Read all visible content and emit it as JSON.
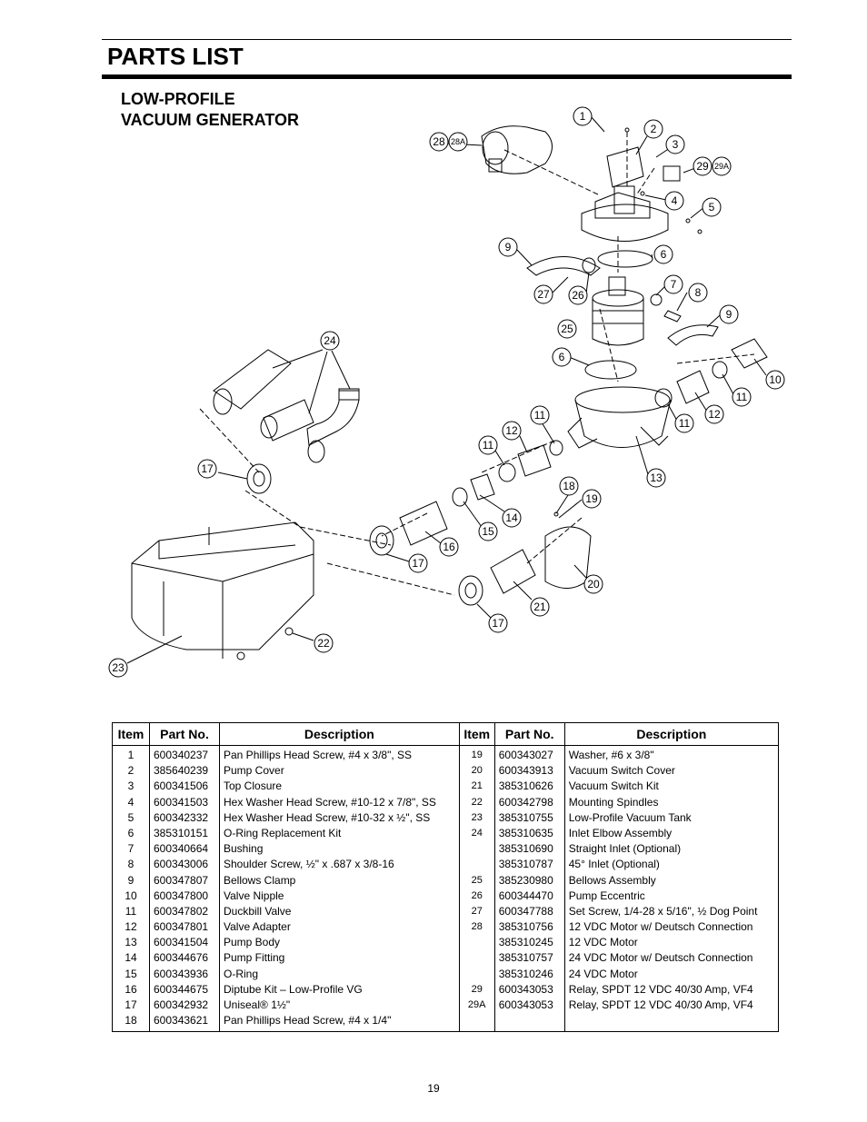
{
  "header": {
    "title": "PARTS LIST",
    "subtitle_line1": "LOW-PROFILE",
    "subtitle_line2": "VACUUM GENERATOR"
  },
  "diagram_callouts": [
    "1",
    "2",
    "3",
    "4",
    "5",
    "6",
    "7",
    "8",
    "9",
    "9",
    "10",
    "11",
    "11",
    "11",
    "12",
    "12",
    "13",
    "14",
    "15",
    "16",
    "17",
    "17",
    "17",
    "18",
    "19",
    "20",
    "21",
    "22",
    "23",
    "24",
    "25",
    "26",
    "27",
    "28",
    "28A",
    "29",
    "29A",
    "6"
  ],
  "table": {
    "headers": {
      "item": "Item",
      "part": "Part No.",
      "desc": "Description"
    },
    "left": [
      {
        "item": "1",
        "part": "600340237",
        "desc": "Pan Phillips Head Screw, #4 x 3/8\", SS"
      },
      {
        "item": "2",
        "part": "385640239",
        "desc": "Pump Cover"
      },
      {
        "item": "3",
        "part": "600341506",
        "desc": "Top Closure"
      },
      {
        "item": "4",
        "part": "600341503",
        "desc": "Hex Washer Head Screw, #10-12 x 7/8\", SS"
      },
      {
        "item": "5",
        "part": "600342332",
        "desc": "Hex Washer Head Screw, #10-32 x ½\", SS"
      },
      {
        "item": "6",
        "part": "385310151",
        "desc": "O-Ring Replacement Kit"
      },
      {
        "item": "7",
        "part": "600340664",
        "desc": "Bushing"
      },
      {
        "item": "8",
        "part": "600343006",
        "desc": "Shoulder Screw, ½\" x .687 x 3/8-16"
      },
      {
        "item": "9",
        "part": "600347807",
        "desc": "Bellows Clamp"
      },
      {
        "item": "10",
        "part": "600347800",
        "desc": "Valve Nipple"
      },
      {
        "item": "11",
        "part": "600347802",
        "desc": "Duckbill Valve"
      },
      {
        "item": "12",
        "part": "600347801",
        "desc": "Valve Adapter"
      },
      {
        "item": "13",
        "part": "600341504",
        "desc": "Pump Body"
      },
      {
        "item": "14",
        "part": "600344676",
        "desc": "Pump Fitting"
      },
      {
        "item": "15",
        "part": "600343936",
        "desc": "O-Ring"
      },
      {
        "item": "16",
        "part": "600344675",
        "desc": "Diptube Kit – Low-Profile VG"
      },
      {
        "item": "17",
        "part": "600342932",
        "desc": "Uniseal® 1½\""
      },
      {
        "item": "18",
        "part": "600343621",
        "desc": "Pan Phillips Head Screw, #4 x 1/4\""
      }
    ],
    "right": [
      {
        "item": "19",
        "part": "600343027",
        "desc": "Washer, #6 x 3/8\""
      },
      {
        "item": "20",
        "part": "600343913",
        "desc": "Vacuum Switch Cover"
      },
      {
        "item": "21",
        "part": "385310626",
        "desc": "Vacuum Switch Kit"
      },
      {
        "item": "22",
        "part": "600342798",
        "desc": "Mounting Spindles"
      },
      {
        "item": "23",
        "part": "385310755",
        "desc": "Low-Profile Vacuum Tank"
      },
      {
        "item": "24",
        "part": "385310635",
        "desc": "Inlet Elbow Assembly"
      },
      {
        "item": "",
        "part": "385310690",
        "desc": "Straight Inlet (Optional)"
      },
      {
        "item": "",
        "part": "385310787",
        "desc": "45° Inlet (Optional)"
      },
      {
        "item": "25",
        "part": "385230980",
        "desc": "Bellows Assembly"
      },
      {
        "item": "26",
        "part": "600344470",
        "desc": "Pump Eccentric"
      },
      {
        "item": "27",
        "part": "600347788",
        "desc": "Set Screw, 1/4-28 x 5/16\", ½ Dog Point"
      },
      {
        "item": "28",
        "part": "385310756",
        "desc": "12 VDC Motor w/ Deutsch Connection"
      },
      {
        "item": "",
        "part": "385310245",
        "desc": "12 VDC Motor"
      },
      {
        "item": "",
        "part": "385310757",
        "desc": "24 VDC Motor w/ Deutsch Connection"
      },
      {
        "item": "",
        "part": "385310246",
        "desc": "24 VDC Motor"
      },
      {
        "item": "29",
        "part": "600343053",
        "desc": "Relay, SPDT 12 VDC 40/30 Amp, VF4"
      },
      {
        "item": "29A",
        "part": "600343053",
        "desc": "Relay, SPDT 12 VDC 40/30 Amp, VF4"
      }
    ]
  },
  "footer": {
    "page_number": "19"
  }
}
